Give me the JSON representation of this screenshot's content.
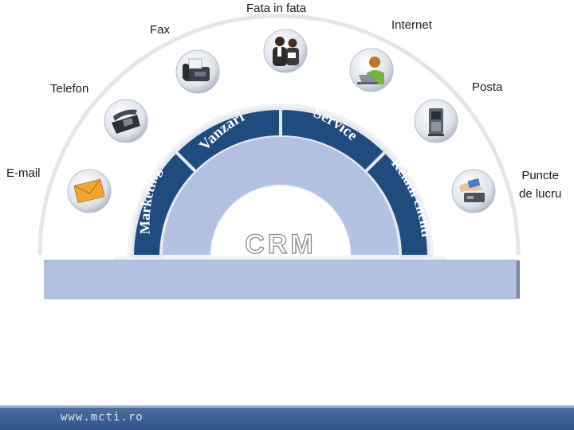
{
  "diagram": {
    "center_label": "CRM",
    "channels": [
      {
        "id": "fata-in-fata",
        "label": "Fata in fata",
        "icon": "business-people-icon"
      },
      {
        "id": "fax",
        "label": "Fax",
        "icon": "fax-machine-icon"
      },
      {
        "id": "internet",
        "label": "Internet",
        "icon": "woman-laptop-icon"
      },
      {
        "id": "telefon",
        "label": "Telefon",
        "icon": "telephone-icon"
      },
      {
        "id": "posta",
        "label": "Posta",
        "icon": "mailbox-icon"
      },
      {
        "id": "email",
        "label": "E-mail",
        "icon": "envelope-icon"
      },
      {
        "id": "puncte",
        "label": "Puncte\nde lucru",
        "icon": "hand-card-icon"
      }
    ],
    "segments": [
      {
        "id": "marketing",
        "label": "Marketing"
      },
      {
        "id": "vanzari",
        "label": "Vanzari"
      },
      {
        "id": "service",
        "label": "Service"
      },
      {
        "id": "relatii",
        "label": "Relatii clienti"
      }
    ],
    "colors": {
      "segment_fill": "#1f4b7f",
      "segment_divider": "#e4e8ef",
      "inner_band": "#b3c2e3",
      "outer_arc": "#e9e9e9",
      "center_text_outline": "#8a8a8a",
      "segment_text": "#ffffff"
    }
  },
  "footer": {
    "url": "www.mcti.ro"
  }
}
